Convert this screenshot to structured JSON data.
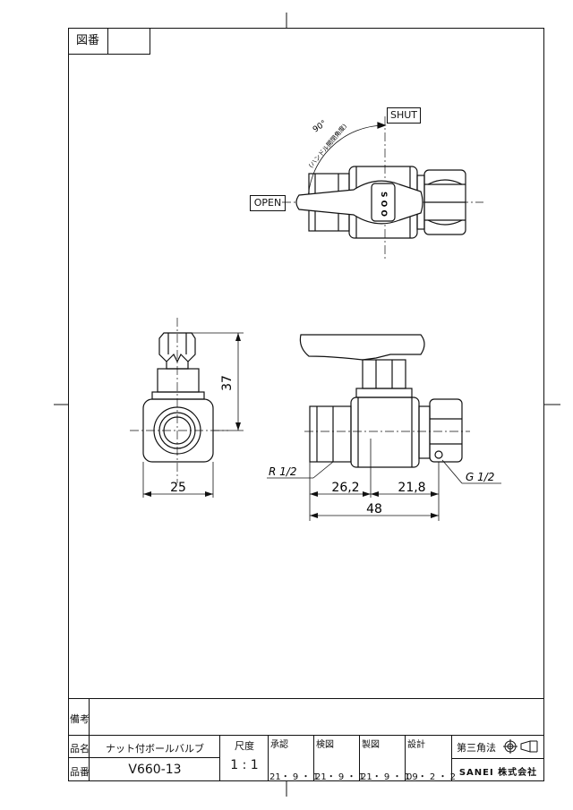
{
  "header": {
    "zuban_label": "図番",
    "zuban_value": ""
  },
  "view_top": {
    "angle_label": "90°",
    "angle_note": "(ハンドル開閉角度)",
    "shut_label": "SHUT",
    "open_label": "OPEN",
    "handle_mark": "S O O"
  },
  "dimensions": {
    "height": "37",
    "width_side": "25",
    "length_left": "26,2",
    "length_right": "21,8",
    "total_length": "48",
    "thread_left": "R 1/2",
    "thread_right": "G 1/2"
  },
  "title_block": {
    "biko_label": "備考",
    "biko_value": "",
    "hinmei_label": "品名",
    "hinmei_value": "ナット付ボールバルブ",
    "hinban_label": "品番",
    "hinban_value": "V660-13",
    "scale_label": "尺度",
    "scale_value": "1 : 1",
    "approve_label": "承認",
    "approve_date": "21・ 9 ・ 1",
    "check_label": "検図",
    "check_date": "21・ 9 ・ 1",
    "draw_label": "製図",
    "draw_date": "21・ 9 ・ 1",
    "design_label": "設計",
    "design_date": "09・ 2 ・ 2",
    "projection_label": "第三角法",
    "company": "SANEI 株式会社"
  }
}
